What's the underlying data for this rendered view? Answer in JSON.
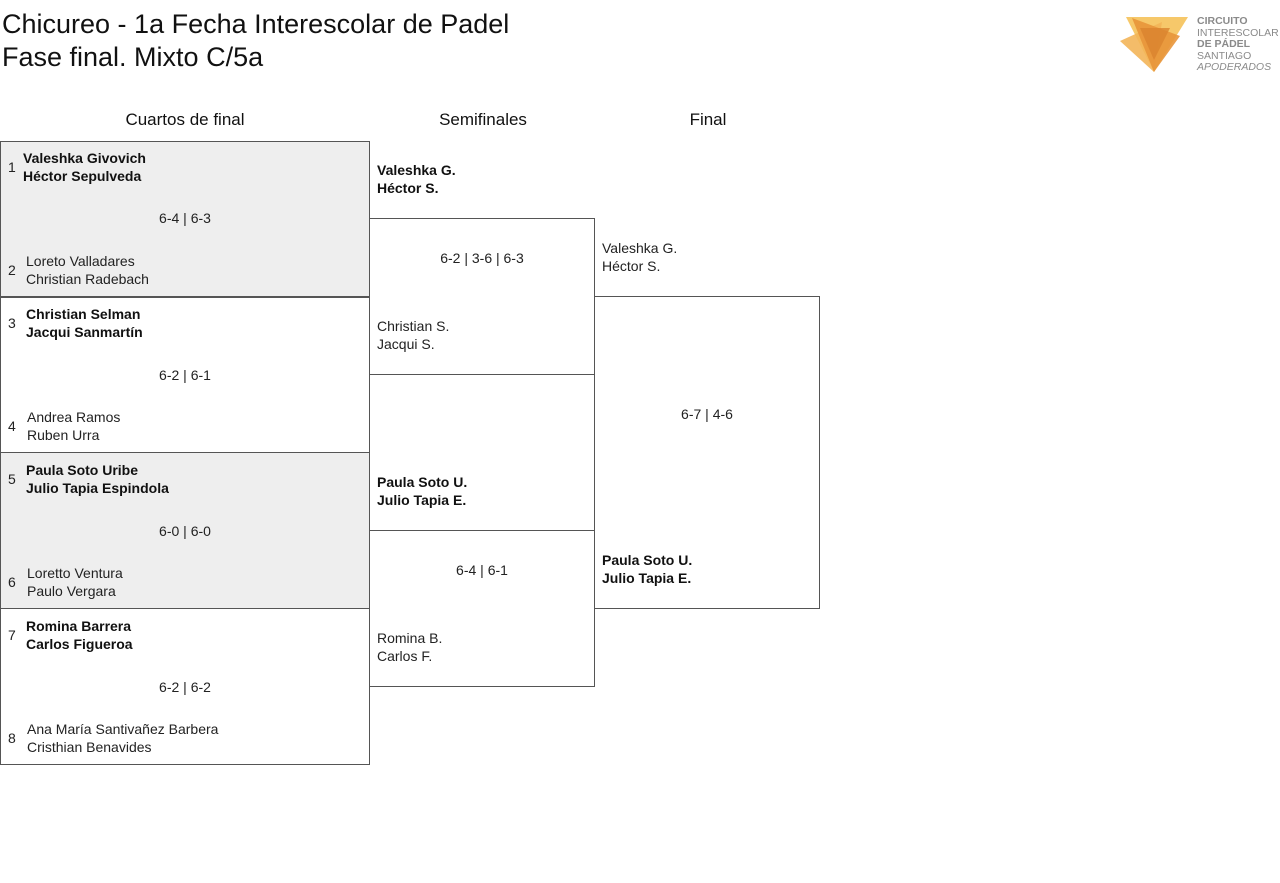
{
  "header": {
    "title_line1": "Chicureo - 1a Fecha Interescolar de Padel",
    "title_line2": "Fase final. Mixto C/5a"
  },
  "logo": {
    "line1": "CIRCUITO",
    "line2": "INTERESCOLAR",
    "line3": "DE PÁDEL",
    "line4": "SANTIAGO",
    "line5": "APODERADOS",
    "colors": {
      "orange": "#E8953A",
      "yellow": "#F6C86A",
      "text": "#8a8a8a"
    }
  },
  "rounds": {
    "quarterfinals": "Cuartos de final",
    "semifinals": "Semifinales",
    "final": "Final"
  },
  "quarterfinals": [
    {
      "seed_a": "1",
      "a1": "Valeshka Givovich",
      "a2": "Héctor Sepulveda",
      "seed_b": "2",
      "b1": "Loreto Valladares",
      "b2": "Christian Radebach",
      "score": "6-4 | 6-3"
    },
    {
      "seed_a": "3",
      "a1": "Christian Selman",
      "a2": "Jacqui Sanmartín",
      "seed_b": "4",
      "b1": "Andrea Ramos",
      "b2": "Ruben Urra",
      "score": "6-2 | 6-1"
    },
    {
      "seed_a": "5",
      "a1": "Paula Soto Uribe",
      "a2": "Julio Tapia Espindola",
      "seed_b": "6",
      "b1": "Loretto Ventura",
      "b2": "Paulo Vergara",
      "score": "6-0 | 6-0"
    },
    {
      "seed_a": "7",
      "a1": "Romina Barrera",
      "a2": "Carlos Figueroa",
      "seed_b": "8",
      "b1": "Ana María Santivañez Barbera",
      "b2": "Cristhian Benavides",
      "score": "6-2 | 6-2"
    }
  ],
  "semifinals": [
    {
      "a1": "Valeshka G.",
      "a2": "Héctor S.",
      "b1": "Christian S.",
      "b2": "Jacqui S.",
      "score": "6-2 | 3-6 | 6-3"
    },
    {
      "a1": "Paula Soto U.",
      "a2": "Julio Tapia E.",
      "b1": "Romina B.",
      "b2": "Carlos F.",
      "score": "6-4 | 6-1"
    }
  ],
  "final": {
    "a1": "Valeshka G.",
    "a2": "Héctor S.",
    "b1": "Paula Soto U.",
    "b2": "Julio Tapia E.",
    "score": "6-7 | 4-6"
  }
}
